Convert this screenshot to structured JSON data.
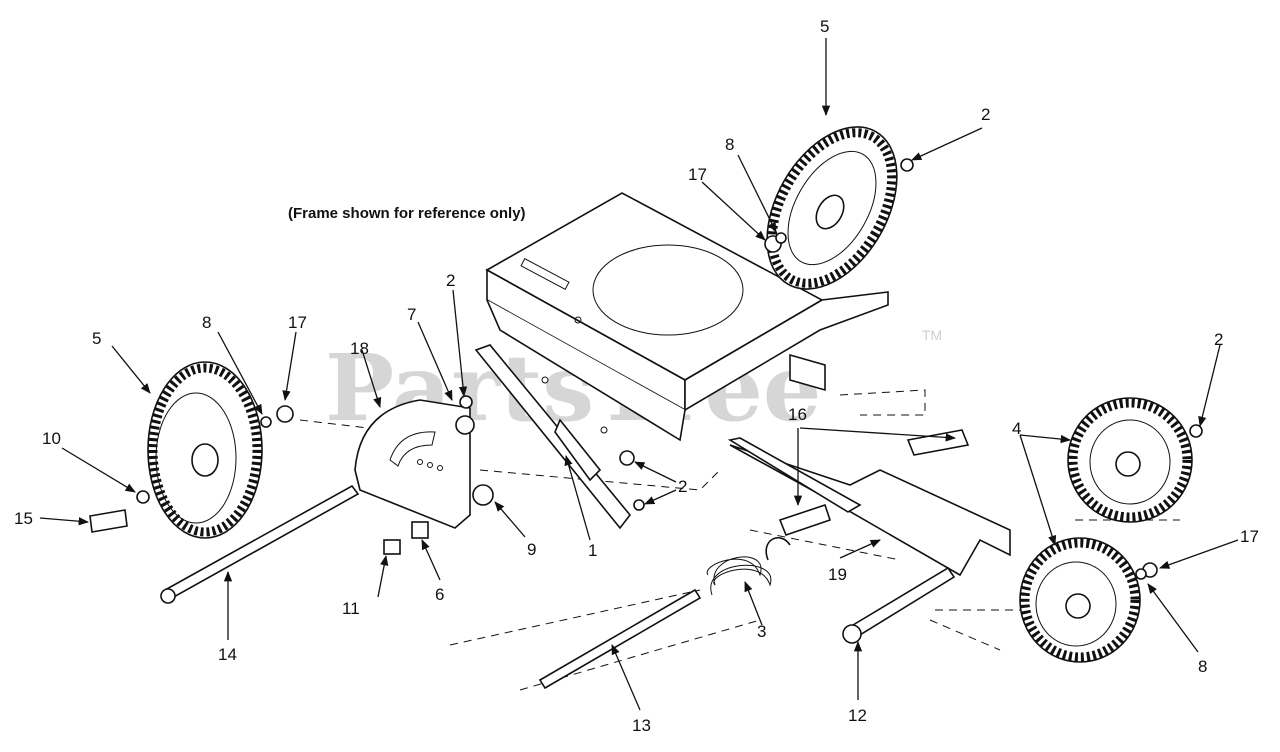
{
  "diagram": {
    "note": "(Frame shown for reference only)",
    "watermark": "PartsTree",
    "trademark": "TM",
    "callouts": [
      {
        "id": "c1",
        "label": "1"
      },
      {
        "id": "c2a",
        "label": "2"
      },
      {
        "id": "c2b",
        "label": "2"
      },
      {
        "id": "c2c",
        "label": "2"
      },
      {
        "id": "c2d",
        "label": "2"
      },
      {
        "id": "c3",
        "label": "3"
      },
      {
        "id": "c4",
        "label": "4"
      },
      {
        "id": "c5a",
        "label": "5"
      },
      {
        "id": "c5b",
        "label": "5"
      },
      {
        "id": "c6",
        "label": "6"
      },
      {
        "id": "c7",
        "label": "7"
      },
      {
        "id": "c8a",
        "label": "8"
      },
      {
        "id": "c8b",
        "label": "8"
      },
      {
        "id": "c8c",
        "label": "8"
      },
      {
        "id": "c9",
        "label": "9"
      },
      {
        "id": "c10",
        "label": "10"
      },
      {
        "id": "c11",
        "label": "11"
      },
      {
        "id": "c12",
        "label": "12"
      },
      {
        "id": "c13",
        "label": "13"
      },
      {
        "id": "c14",
        "label": "14"
      },
      {
        "id": "c15",
        "label": "15"
      },
      {
        "id": "c16",
        "label": "16"
      },
      {
        "id": "c17a",
        "label": "17"
      },
      {
        "id": "c17b",
        "label": "17"
      },
      {
        "id": "c17c",
        "label": "17"
      },
      {
        "id": "c18",
        "label": "18"
      },
      {
        "id": "c19",
        "label": "19"
      }
    ]
  }
}
